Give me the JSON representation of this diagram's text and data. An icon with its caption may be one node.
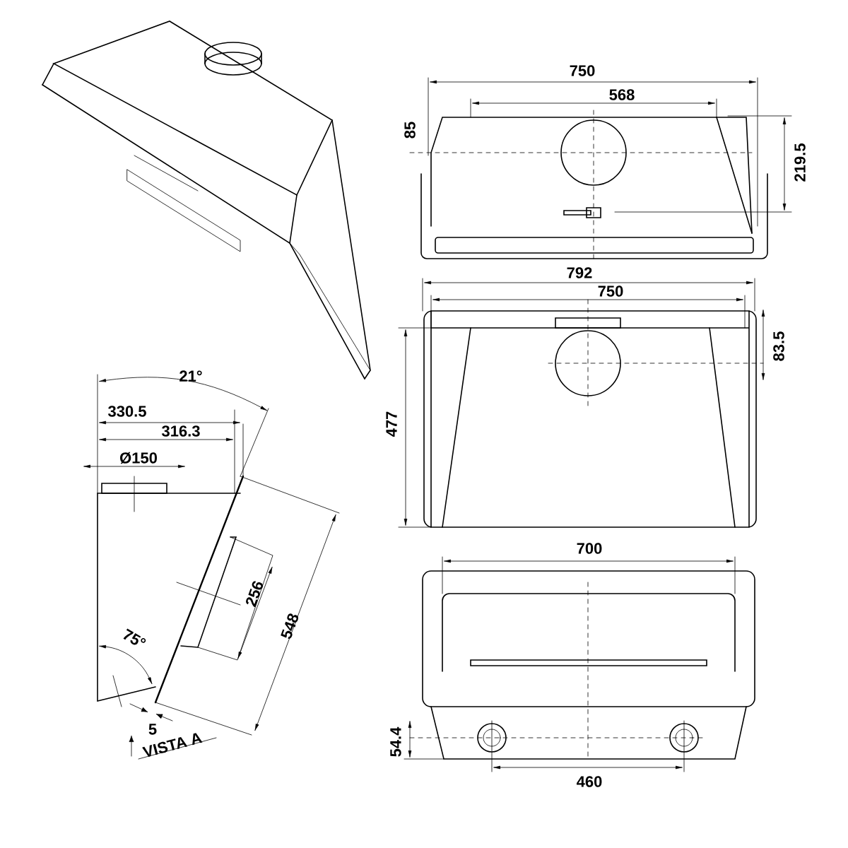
{
  "diagram": {
    "labels": [
      "750",
      "568",
      "85",
      "219.5",
      "792",
      "750",
      "83.5",
      "21°",
      "330.5",
      "316.3",
      "477",
      "Ø150",
      "256",
      "548",
      "75°",
      "700",
      "5",
      "VISTA A",
      "54.4",
      "460"
    ]
  }
}
